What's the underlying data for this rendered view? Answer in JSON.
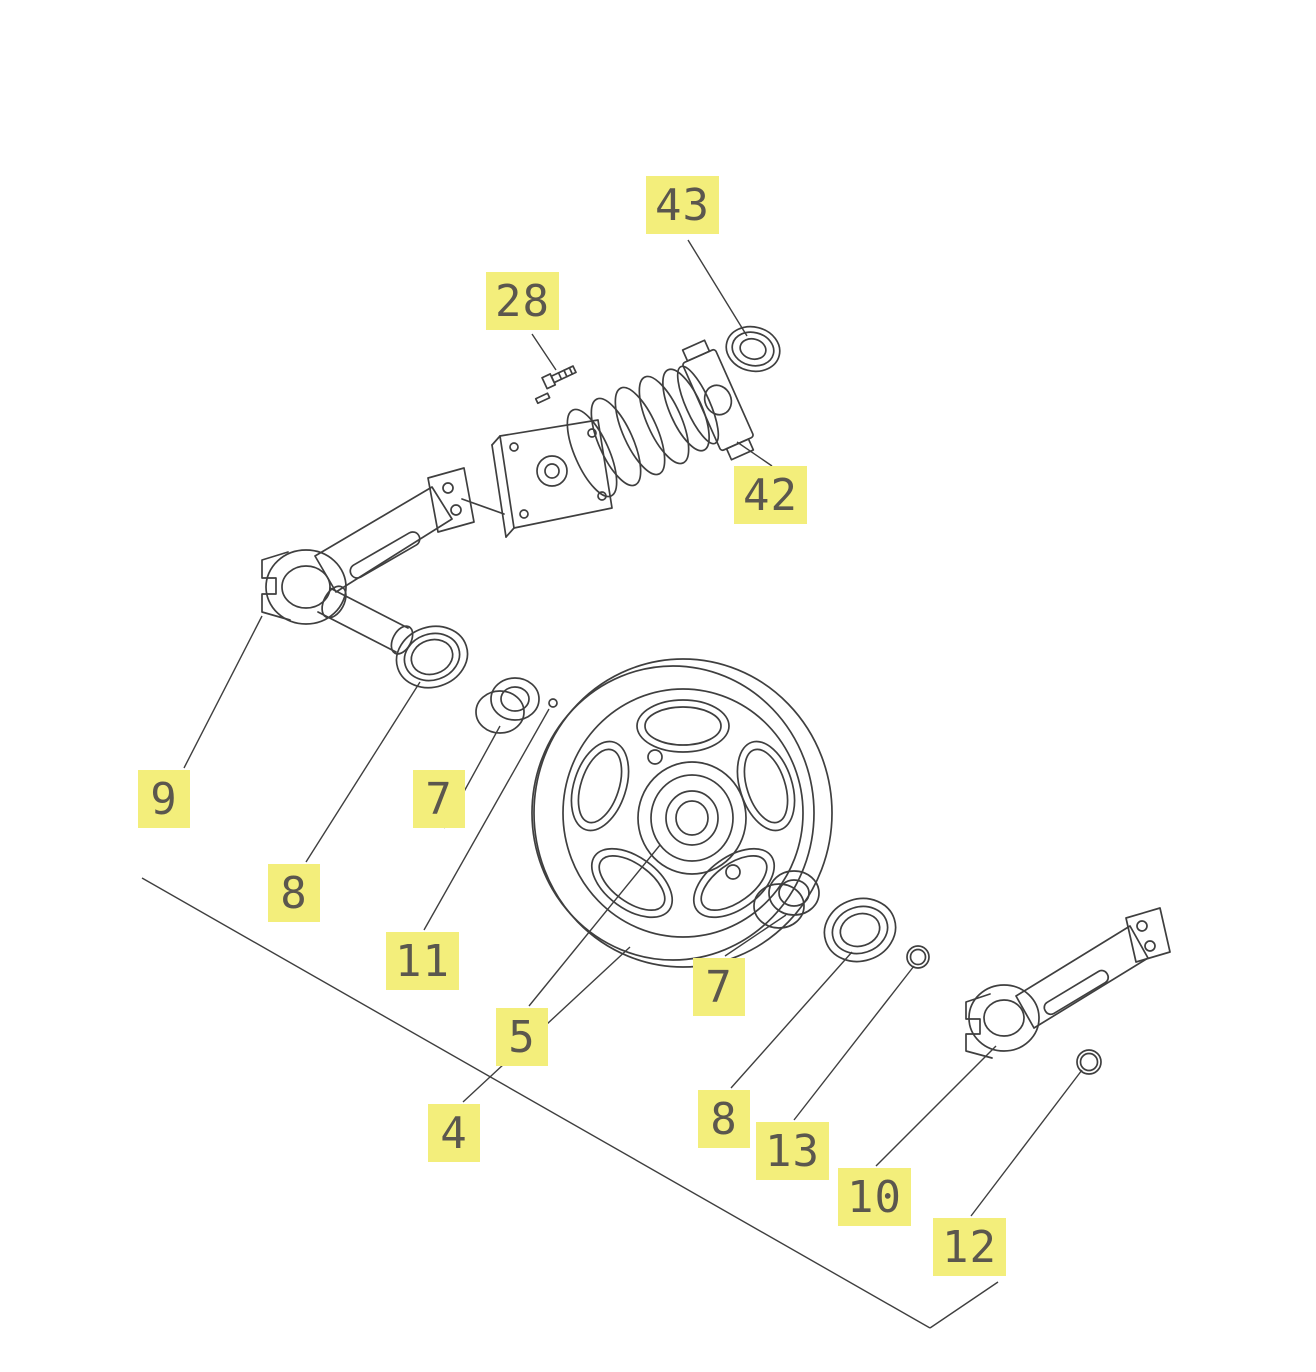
{
  "page": {
    "background": "#ffffff"
  },
  "colors": {
    "line": "#3f3f3f",
    "callout_bg": "#f3ee7b",
    "callout_text": "#5b574e"
  },
  "callouts": [
    {
      "id": "43",
      "label": "43"
    },
    {
      "id": "28",
      "label": "28"
    },
    {
      "id": "42",
      "label": "42"
    },
    {
      "id": "9",
      "label": "9"
    },
    {
      "id": "8-left",
      "label": "8"
    },
    {
      "id": "7-left",
      "label": "7"
    },
    {
      "id": "11",
      "label": "11"
    },
    {
      "id": "5",
      "label": "5"
    },
    {
      "id": "7-right",
      "label": "7"
    },
    {
      "id": "4",
      "label": "4"
    },
    {
      "id": "8-right",
      "label": "8"
    },
    {
      "id": "13",
      "label": "13"
    },
    {
      "id": "10",
      "label": "10"
    },
    {
      "id": "12",
      "label": "12"
    }
  ]
}
